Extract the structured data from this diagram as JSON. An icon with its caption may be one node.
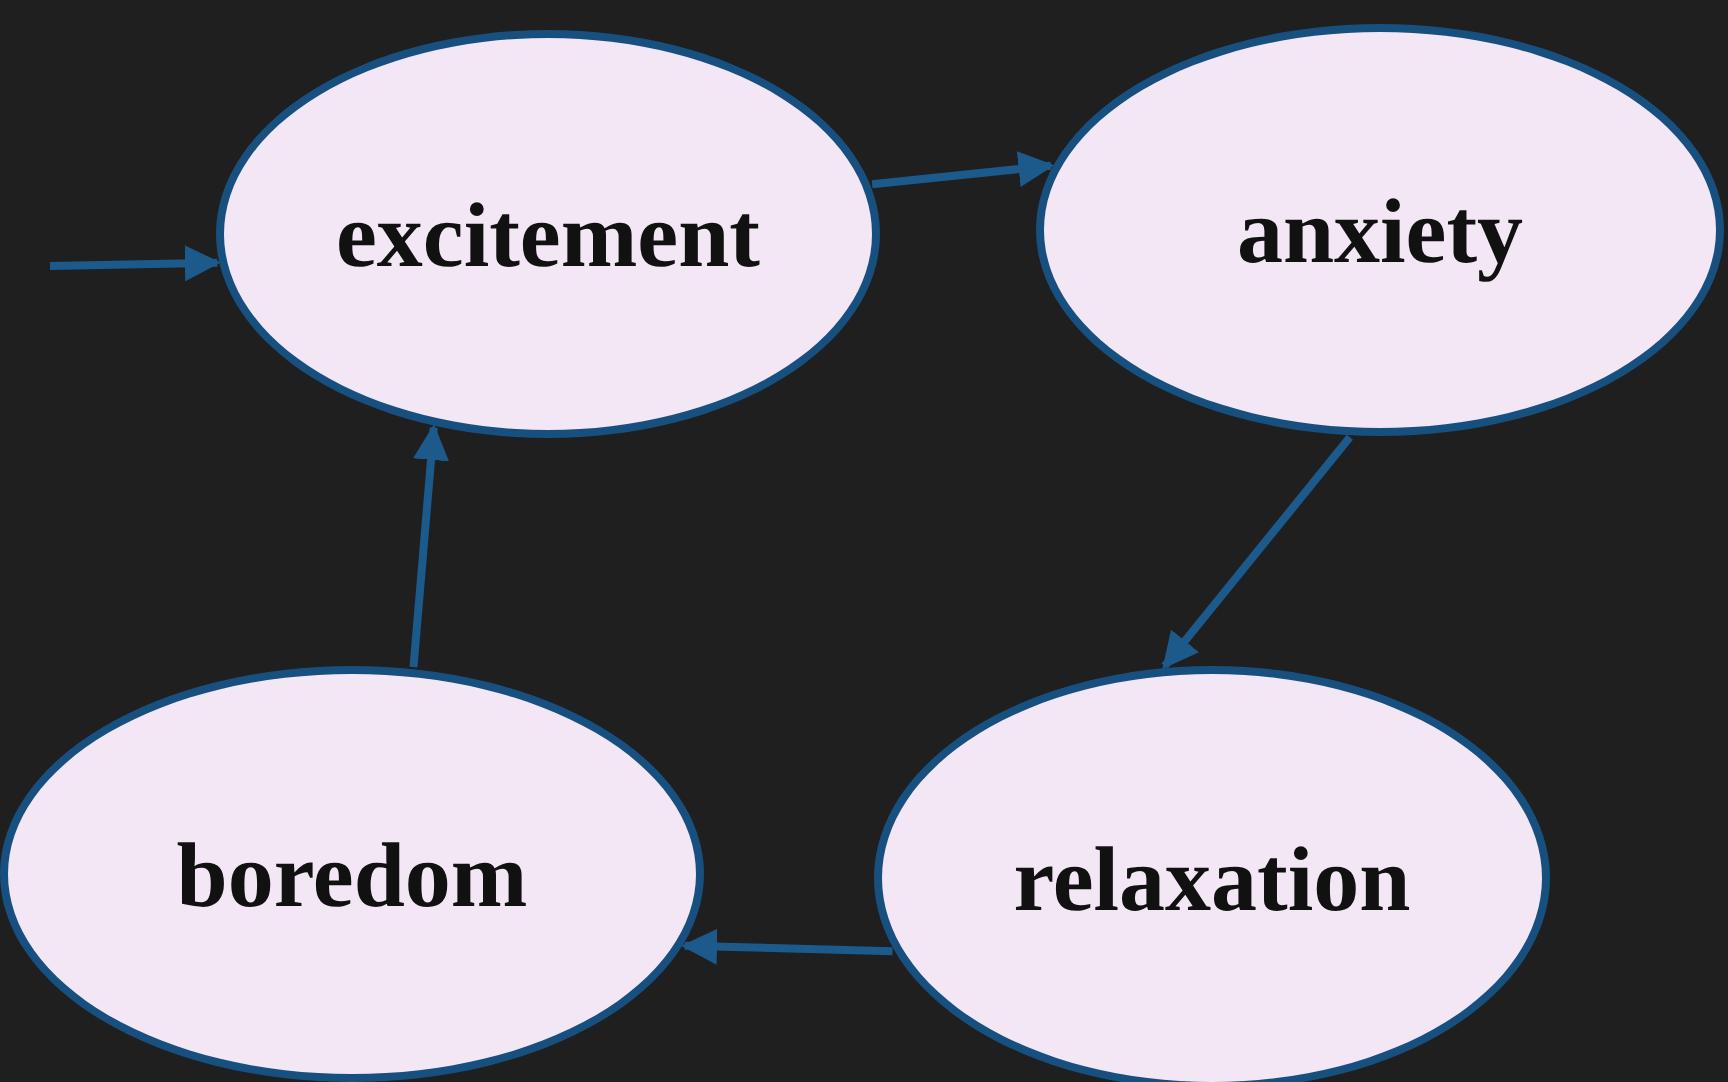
{
  "diagram": {
    "nodes": [
      {
        "text": [
          "excitement"
        ]
      },
      {
        "text": [
          "anxiety"
        ]
      },
      {
        "text": [
          "relaxation"
        ]
      },
      {
        "text": [
          "boredom"
        ]
      }
    ],
    "edges": [
      {
        "from": null,
        "to": 0,
        "arrow": "to"
      },
      {
        "from": 0,
        "to": 1,
        "arrow": "to"
      },
      {
        "from": 1,
        "to": 2,
        "arrow": "to"
      },
      {
        "from": 2,
        "to": 3,
        "arrow": "to"
      },
      {
        "from": 3,
        "to": 0,
        "arrow": "to"
      }
    ]
  }
}
